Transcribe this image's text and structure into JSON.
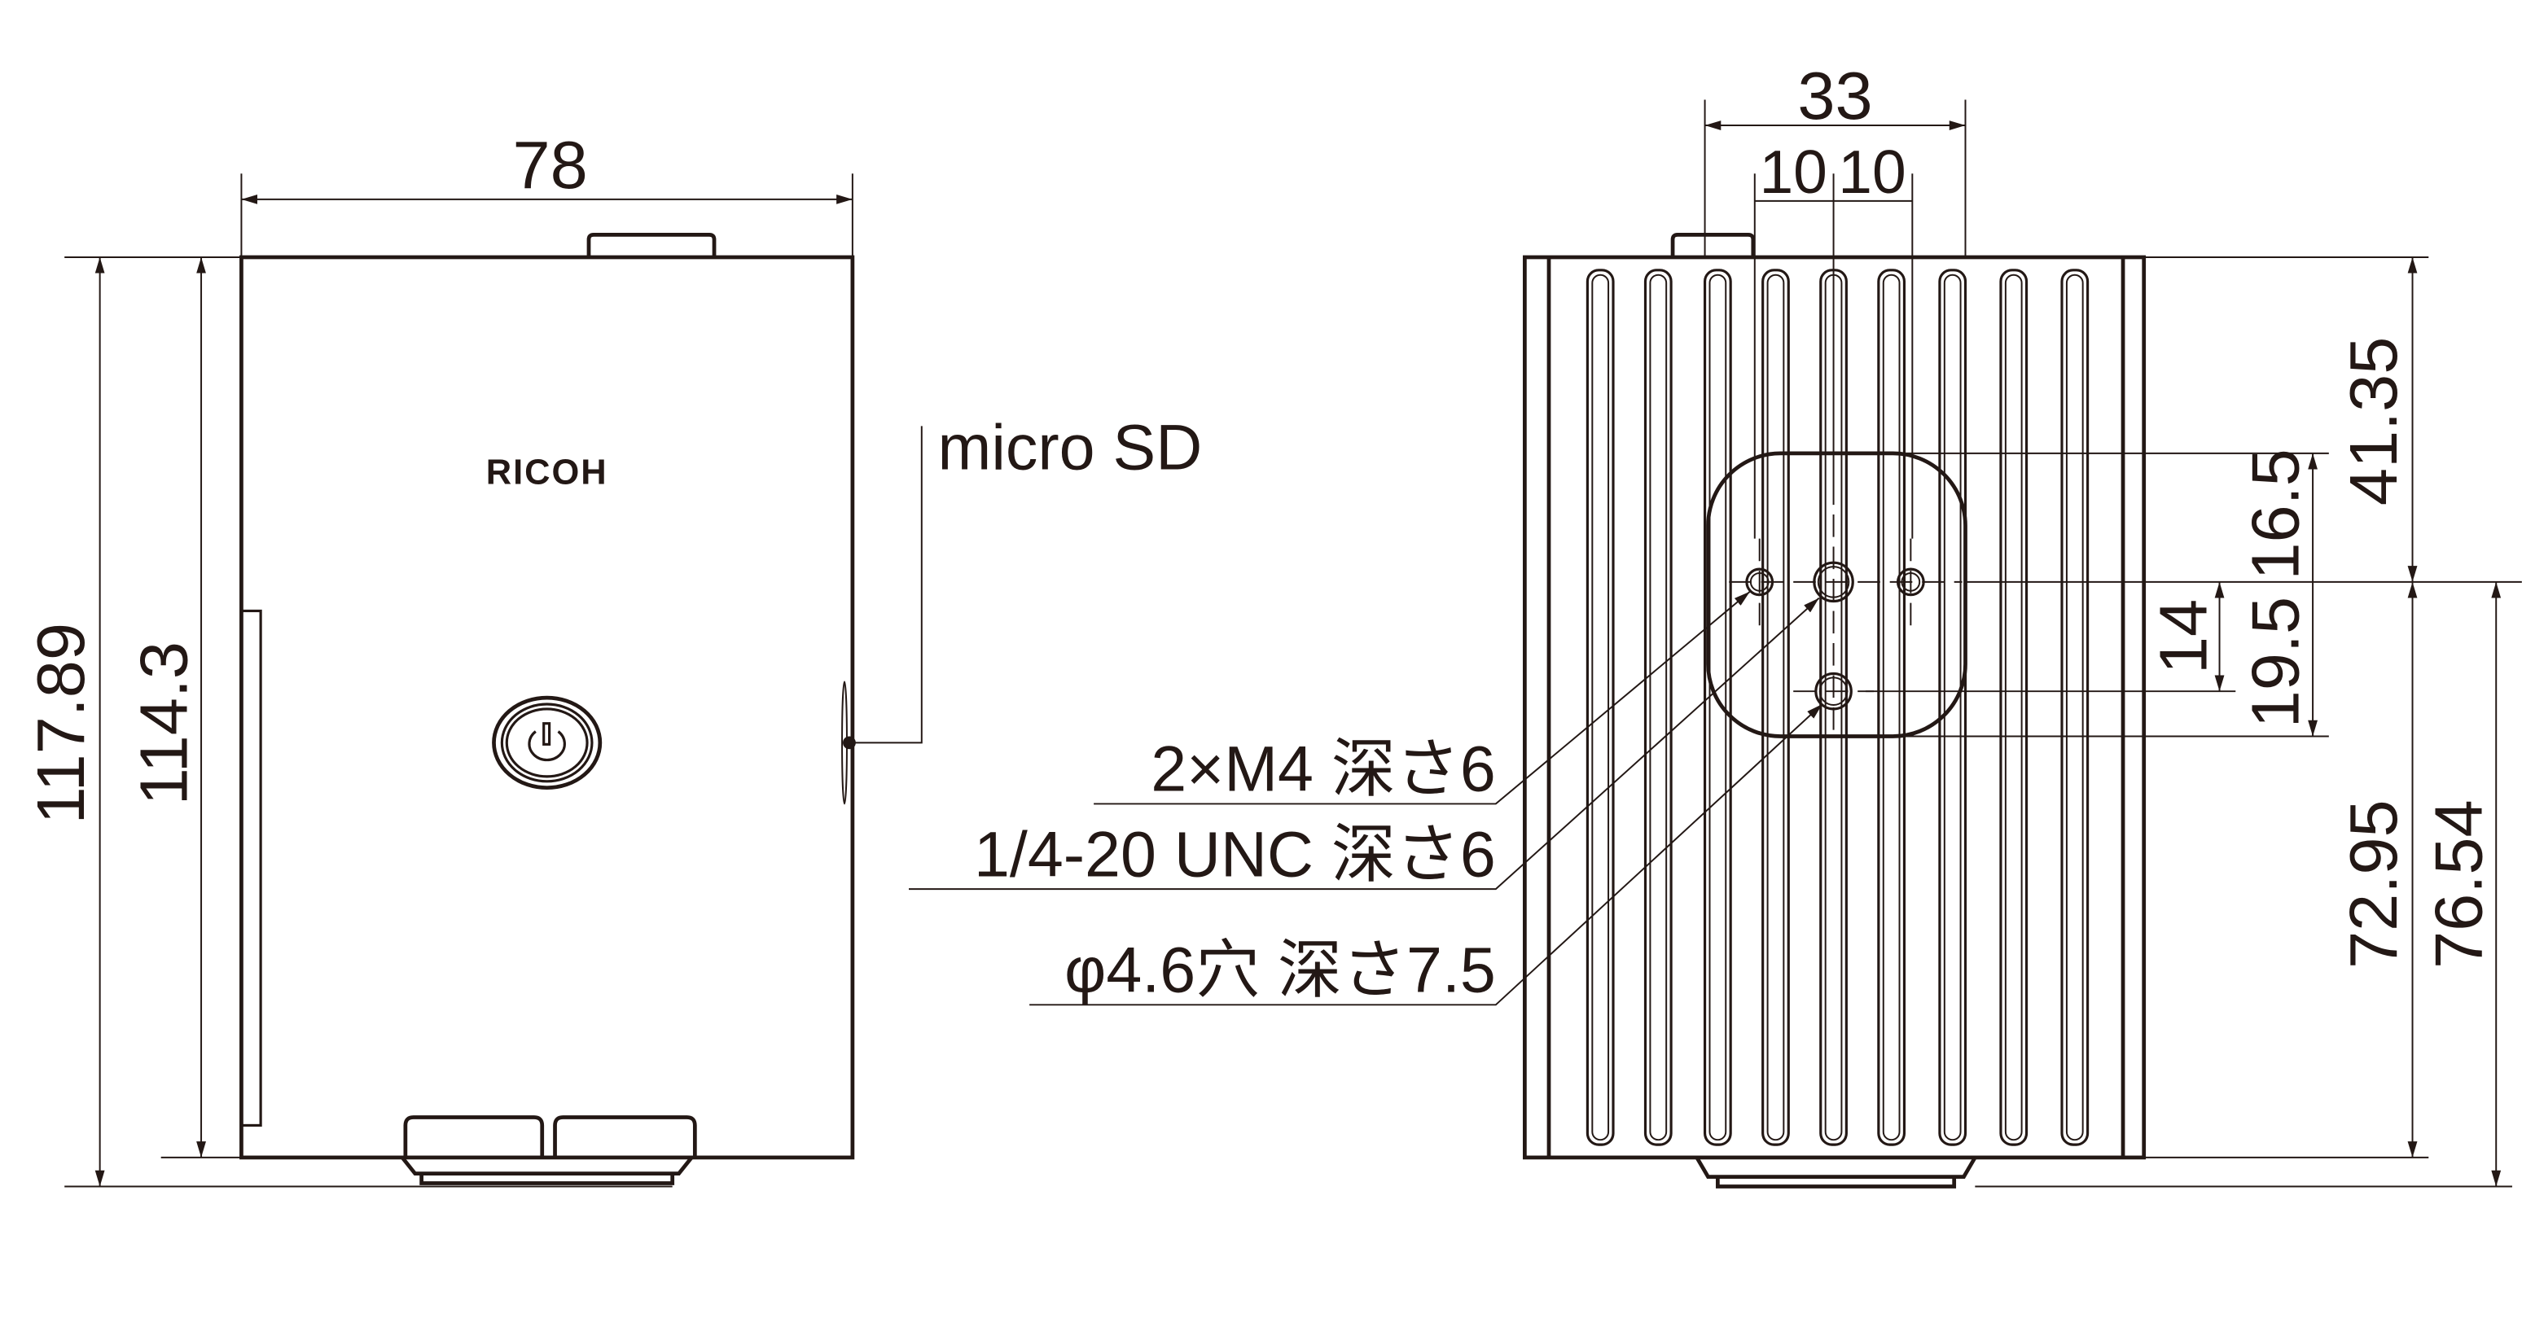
{
  "front_view": {
    "brand_logo": "RICOH",
    "dims": {
      "width": "78",
      "height_total": "117.89",
      "height_body": "114.3"
    },
    "callout_microsd": "micro SD"
  },
  "bottom_view": {
    "dims": {
      "hole_span": "33",
      "pitch_left": "10",
      "pitch_right": "10",
      "top_to_holes": "41.35",
      "plate_top": "16.5",
      "plate_bottom": "19.5",
      "hole_spacing": "14",
      "holes_to_bottom": "72.95",
      "holes_to_base": "76.54"
    },
    "callouts": [
      "2×M4 深さ6",
      "1/4-20 UNC 深さ6",
      "φ4.6穴 深さ7.5"
    ]
  },
  "colors": {
    "line": "#231815",
    "background": "#ffffff"
  }
}
